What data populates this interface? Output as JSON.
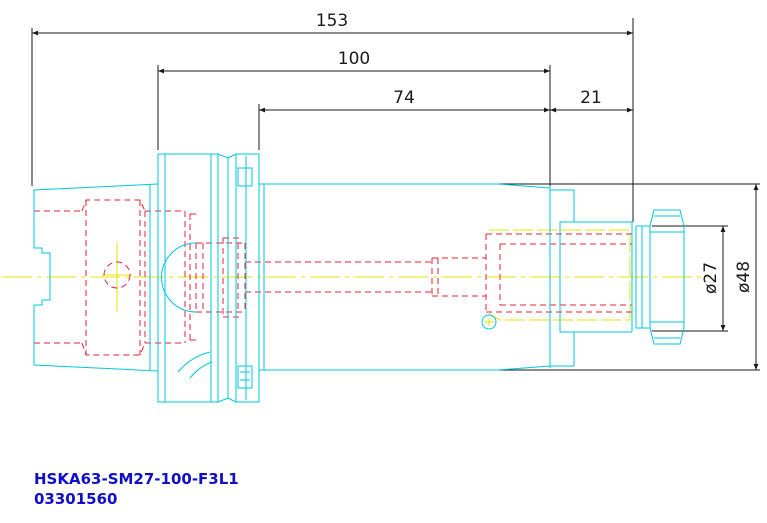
{
  "dimensions": {
    "overall_length": "153",
    "flange_to_nose": "100",
    "body_to_nose": "74",
    "nose_length": "21",
    "bore_diameter": "ø27",
    "body_diameter": "ø48"
  },
  "title_block": {
    "part_code": "HSKA63-SM27-100-F3L1",
    "part_number": "03301560"
  },
  "colors": {
    "outline": "#00c8dc",
    "hidden_lines": "#e8203a",
    "centerline": "#e6e600",
    "dimension_lines": "#1a1a1a",
    "label_text": "#1010c8"
  }
}
